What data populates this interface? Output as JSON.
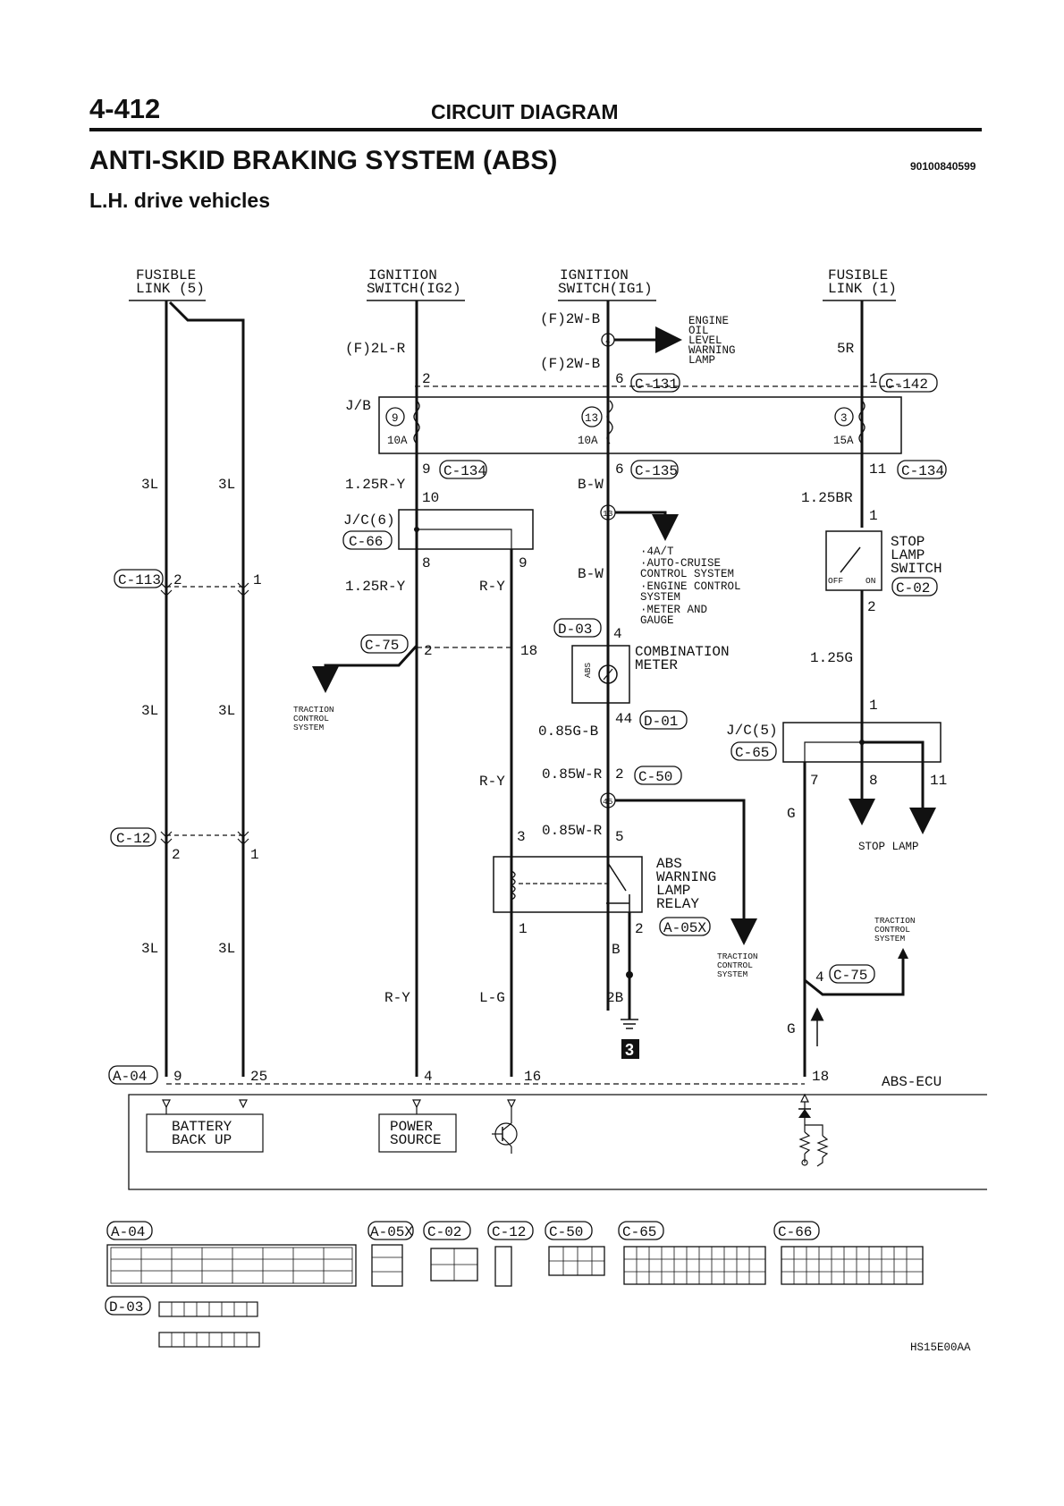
{
  "header": {
    "page_number": "4-412",
    "section": "CIRCUIT DIAGRAM",
    "system_title": "ANTI-SKID BRAKING SYSTEM (ABS)",
    "document_id": "90100840599",
    "subtitle": "L.H. drive vehicles"
  },
  "sources": {
    "fusible_link_5": [
      "FUSIBLE",
      "LINK (5)"
    ],
    "ign_ig2": [
      "IGNITION",
      "SWITCH(IG2)"
    ],
    "ign_ig1": [
      "IGNITION",
      "SWITCH(IG1)"
    ],
    "fusible_link_1": [
      "FUSIBLE",
      "LINK (1)"
    ]
  },
  "fuses": {
    "block_label": "J/B",
    "f9": {
      "num": "9",
      "amp": "10A"
    },
    "f13": {
      "num": "13",
      "amp": "10A"
    },
    "f3": {
      "num": "3",
      "amp": "15A"
    }
  },
  "wires": {
    "f2lr": "(F)2L-R",
    "f2wb_a": "(F)2W-B",
    "f2wb_b": "(F)2W-B",
    "r5": "5R",
    "r125ry_a": "1.25R-Y",
    "r125ry_b": "1.25R-Y",
    "bw_a": "B-W",
    "bw_b": "B-W",
    "r125br": "1.25BR",
    "r125g": "1.25G",
    "ry_a": "R-Y",
    "ry_b": "R-Y",
    "ry_c": "R-Y",
    "lg": "L-G",
    "g085": "0.85G-B",
    "w085a": "0.85W-R",
    "w085b": "0.85W-R",
    "b": "B",
    "b2": "2B",
    "ga": "G",
    "gb": "G",
    "l3": [
      "3L",
      "3L",
      "3L",
      "3L",
      "3L",
      "3L"
    ]
  },
  "connectors": {
    "c131": "C-131",
    "c142": "C-142",
    "c134a": "C-134",
    "c135": "C-135",
    "c134b": "C-134",
    "c66": "C-66",
    "c113": "C-113",
    "c75a": "C-75",
    "d03": "D-03",
    "d01": "D-01",
    "c65": "C-65",
    "c50": "C-50",
    "c02": "C-02",
    "c12": "C-12",
    "a05x": "A-05X",
    "c75b": "C-75",
    "a04": "A-04"
  },
  "pins": {
    "p2": "2",
    "p6a": "6",
    "p1a": "1",
    "p9": "9",
    "p10": "10",
    "p6b": "6",
    "p11": "11",
    "p1b": "1",
    "p8a": "8",
    "p9b": "9",
    "p2a": "2",
    "p1c": "1",
    "p2b": "2",
    "p18a": "18",
    "p4a": "4",
    "p2c": "2",
    "p44": "44",
    "p1d": "1",
    "p2d": "2",
    "p7": "7",
    "p8b": "8",
    "p11b": "11",
    "p2e": "2",
    "p1e": "1",
    "p3": "3",
    "p5": "5",
    "p1f": "1",
    "p2f": "2",
    "p4b": "4",
    "p9e": "9",
    "p25": "25",
    "p4e": "4",
    "p16e": "16",
    "p18e": "18"
  },
  "splices": {
    "s4": "4",
    "s13": "13",
    "s45": "45"
  },
  "components": {
    "jc6": "J/C(6)",
    "jc5": "J/C(5)",
    "combination_meter": [
      "COMBINATION",
      "METER"
    ],
    "abs_lamp": "ABS",
    "stop_lamp_switch": [
      "STOP",
      "LAMP",
      "SWITCH"
    ],
    "off": "OFF",
    "on": "ON",
    "relay": [
      "ABS",
      "WARNING",
      "LAMP",
      "RELAY"
    ],
    "abs_ecu": "ABS-ECU",
    "battery_back_up": [
      "BATTERY",
      "BACK UP"
    ],
    "power_source": [
      "POWER",
      "SOURCE"
    ],
    "ground_id": "3"
  },
  "destinations": {
    "engine_oil": [
      "ENGINE",
      "OIL",
      "LEVEL",
      "WARNING",
      "LAMP"
    ],
    "c13_list": [
      "·4A/T",
      "·AUTO-CRUISE",
      " CONTROL SYSTEM",
      "·ENGINE CONTROL",
      " SYSTEM",
      "·METER AND",
      " GAUGE"
    ],
    "tcs_a": [
      "TRACTION",
      "CONTROL",
      "SYSTEM"
    ],
    "tcs_b": [
      "TRACTION",
      "CONTROL",
      "SYSTEM"
    ],
    "tcs_c": [
      "TRACTION",
      "CONTROL",
      "SYSTEM"
    ],
    "stop_lamp": "STOP LAMP"
  },
  "connector_views": {
    "a04": "A-04",
    "a05x": "A-05X",
    "c02": "C-02",
    "c12": "C-12",
    "c50": "C-50",
    "c65": "C-65",
    "c66": "C-66",
    "d03": "D-03"
  },
  "figure_code": "HS15E00AA"
}
